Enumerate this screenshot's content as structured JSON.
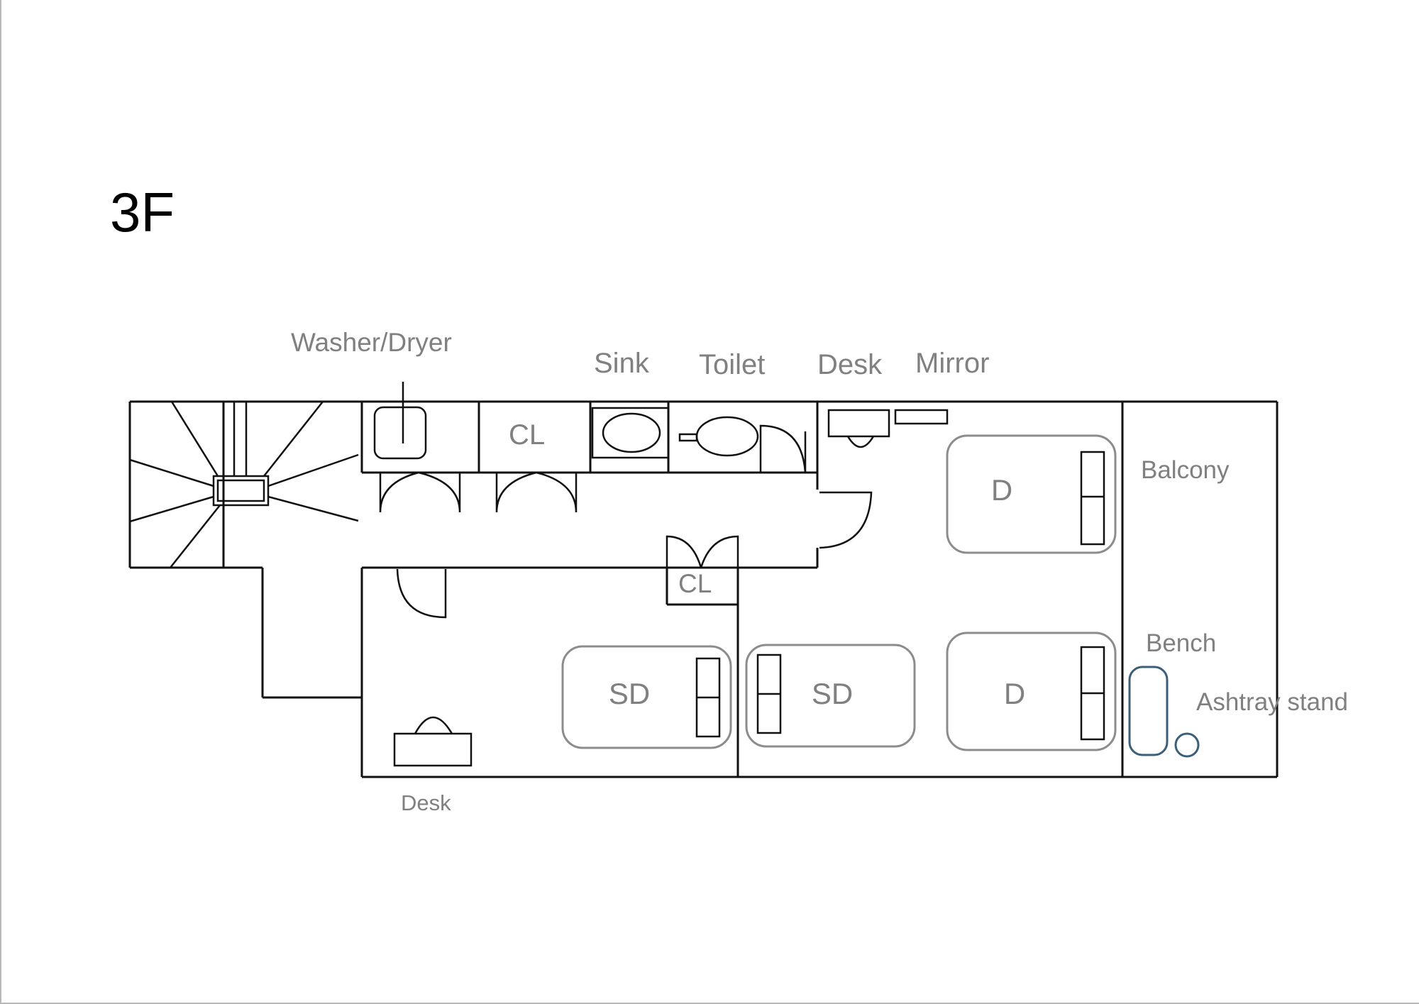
{
  "floor_label": "3F",
  "labels": {
    "washer_dryer": "Washer/Dryer",
    "sink": "Sink",
    "toilet": "Toilet",
    "desk_top": "Desk",
    "mirror": "Mirror",
    "balcony": "Balcony",
    "bench": "Bench",
    "ashtray_stand": "Ashtray stand",
    "desk_bottom": "Desk",
    "closet_top": "CL",
    "closet_mid": "CL"
  },
  "beds": [
    {
      "label": "D"
    },
    {
      "label": "D"
    },
    {
      "label": "SD"
    },
    {
      "label": "SD"
    }
  ],
  "colors": {
    "wall": "#111111",
    "label_gray": "#808080",
    "furniture_gray": "#8c8c8c",
    "balcony_blue": "#3b5f78"
  }
}
